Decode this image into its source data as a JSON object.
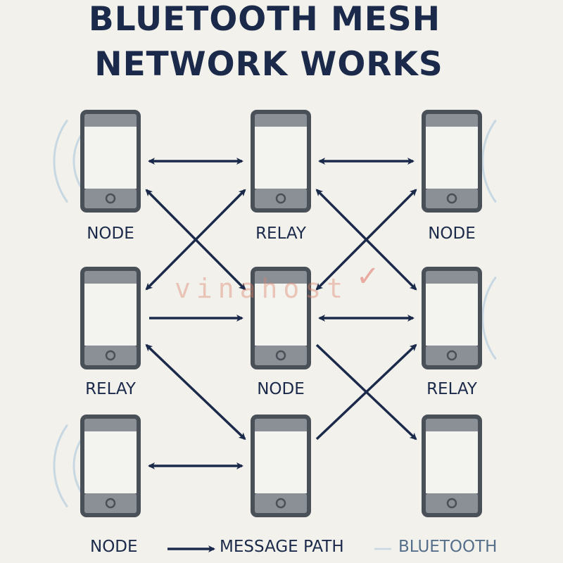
{
  "title": {
    "line1": "BLUETOOTH MESH",
    "line2": "NETWORK WORKS"
  },
  "nodes": [
    {
      "label": "NODE",
      "signal": "left"
    },
    {
      "label": "RELAY",
      "signal": "none"
    },
    {
      "label": "NODE",
      "signal": "right"
    },
    {
      "label": "RELAY",
      "signal": "none"
    },
    {
      "label": "NODE",
      "signal": "none"
    },
    {
      "label": "RELAY",
      "signal": "right"
    },
    {
      "label": "",
      "signal": "left"
    },
    {
      "label": "",
      "signal": "none"
    },
    {
      "label": "",
      "signal": "none"
    }
  ],
  "connections": [
    {
      "from": 0,
      "to": 1,
      "type": "double"
    },
    {
      "from": 1,
      "to": 2,
      "type": "double"
    },
    {
      "from": 0,
      "to": 4,
      "type": "double"
    },
    {
      "from": 1,
      "to": 3,
      "type": "double"
    },
    {
      "from": 1,
      "to": 5,
      "type": "double"
    },
    {
      "from": 2,
      "to": 4,
      "type": "double"
    },
    {
      "from": 3,
      "to": 4,
      "type": "single"
    },
    {
      "from": 4,
      "to": 5,
      "type": "double"
    },
    {
      "from": 3,
      "to": 7,
      "type": "double"
    },
    {
      "from": 6,
      "to": 7,
      "type": "double"
    },
    {
      "from": 7,
      "to": 5,
      "type": "single"
    },
    {
      "from": 4,
      "to": 8,
      "type": "single"
    }
  ],
  "legend": {
    "node_label": "NODE",
    "path_label": "MESSAGE PATH",
    "bluetooth_label": "BLUETOOTH"
  },
  "watermark": {
    "text": "vinahost",
    "mark": "✓"
  },
  "colors": {
    "ink": "#1b2a4a",
    "phone_body": "#4a5058",
    "phone_screen": "#f3f3f0",
    "phone_bar": "#8b9097",
    "signal": "#c7d8e3",
    "bluetooth_text": "#56708c",
    "background": "#f2f1ec"
  }
}
